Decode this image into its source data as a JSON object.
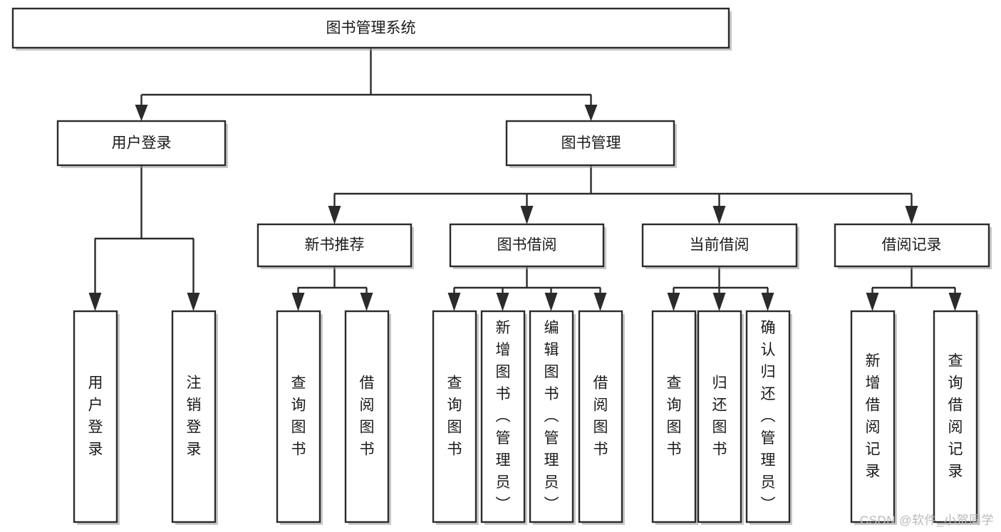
{
  "diagram": {
    "kind": "tree",
    "orientation": "top-down",
    "title": "图书管理系统",
    "watermark": "CSDN @软件_小贺同学",
    "colors": {
      "background": "#ffffff",
      "box_fill": "#ffffff",
      "box_stroke": "#2b2b2b",
      "connector": "#2b2b2b",
      "text": "#1a1a1a",
      "watermark": "#b9b9b9"
    },
    "nodes": {
      "root": {
        "label": "图书管理系统",
        "level": 1,
        "text_orientation": "horizontal"
      },
      "l2": [
        {
          "id": "user-login",
          "label": "用户登录",
          "text_orientation": "horizontal"
        },
        {
          "id": "book-manage",
          "label": "图书管理",
          "text_orientation": "horizontal"
        }
      ],
      "l3": [
        {
          "id": "new-book-rec",
          "label": "新书推荐",
          "text_orientation": "horizontal"
        },
        {
          "id": "book-borrow",
          "label": "图书借阅",
          "text_orientation": "horizontal"
        },
        {
          "id": "current-borrow",
          "label": "当前借阅",
          "text_orientation": "horizontal"
        },
        {
          "id": "borrow-record",
          "label": "借阅记录",
          "text_orientation": "horizontal"
        }
      ],
      "l4": [
        {
          "id": "leaf-user-login",
          "label": "用户登录",
          "parent": "user-login",
          "text_orientation": "vertical"
        },
        {
          "id": "leaf-user-logout",
          "label": "注销登录",
          "parent": "user-login",
          "text_orientation": "vertical"
        },
        {
          "id": "leaf-query-book-1",
          "label": "查询图书",
          "parent": "new-book-rec",
          "text_orientation": "vertical"
        },
        {
          "id": "leaf-borrow-book-1",
          "label": "借阅图书",
          "parent": "new-book-rec",
          "text_orientation": "vertical"
        },
        {
          "id": "leaf-query-book-2",
          "label": "查询图书",
          "parent": "book-borrow",
          "text_orientation": "vertical"
        },
        {
          "id": "leaf-add-book",
          "label": "新增图书（管理员）",
          "parent": "book-borrow",
          "text_orientation": "vertical"
        },
        {
          "id": "leaf-edit-book",
          "label": "编辑图书（管理员）",
          "parent": "book-borrow",
          "text_orientation": "vertical"
        },
        {
          "id": "leaf-borrow-book-2",
          "label": "借阅图书",
          "parent": "book-borrow",
          "text_orientation": "vertical"
        },
        {
          "id": "leaf-query-book-3",
          "label": "查询图书",
          "parent": "current-borrow",
          "text_orientation": "vertical"
        },
        {
          "id": "leaf-return-book",
          "label": "归还图书",
          "parent": "current-borrow",
          "text_orientation": "vertical"
        },
        {
          "id": "leaf-confirm-return",
          "label": "确认归还（管理员）",
          "parent": "current-borrow",
          "text_orientation": "vertical"
        },
        {
          "id": "leaf-add-record",
          "label": "新增借阅记录",
          "parent": "borrow-record",
          "text_orientation": "vertical"
        },
        {
          "id": "leaf-query-record",
          "label": "查询借阅记录",
          "parent": "borrow-record",
          "text_orientation": "vertical"
        }
      ]
    },
    "edges": [
      {
        "from": "图书管理系统",
        "to": "用户登录"
      },
      {
        "from": "图书管理系统",
        "to": "图书管理"
      },
      {
        "from": "用户登录",
        "to": "用户登录"
      },
      {
        "from": "用户登录",
        "to": "注销登录"
      },
      {
        "from": "图书管理",
        "to": "新书推荐"
      },
      {
        "from": "图书管理",
        "to": "图书借阅"
      },
      {
        "from": "图书管理",
        "to": "当前借阅"
      },
      {
        "from": "图书管理",
        "to": "借阅记录"
      },
      {
        "from": "新书推荐",
        "to": "查询图书"
      },
      {
        "from": "新书推荐",
        "to": "借阅图书"
      },
      {
        "from": "图书借阅",
        "to": "查询图书"
      },
      {
        "from": "图书借阅",
        "to": "新增图书（管理员）"
      },
      {
        "from": "图书借阅",
        "to": "编辑图书（管理员）"
      },
      {
        "from": "图书借阅",
        "to": "借阅图书"
      },
      {
        "from": "当前借阅",
        "to": "查询图书"
      },
      {
        "from": "当前借阅",
        "to": "归还图书"
      },
      {
        "from": "当前借阅",
        "to": "确认归还（管理员）"
      },
      {
        "from": "借阅记录",
        "to": "新增借阅记录"
      },
      {
        "from": "借阅记录",
        "to": "查询借阅记录"
      }
    ]
  }
}
